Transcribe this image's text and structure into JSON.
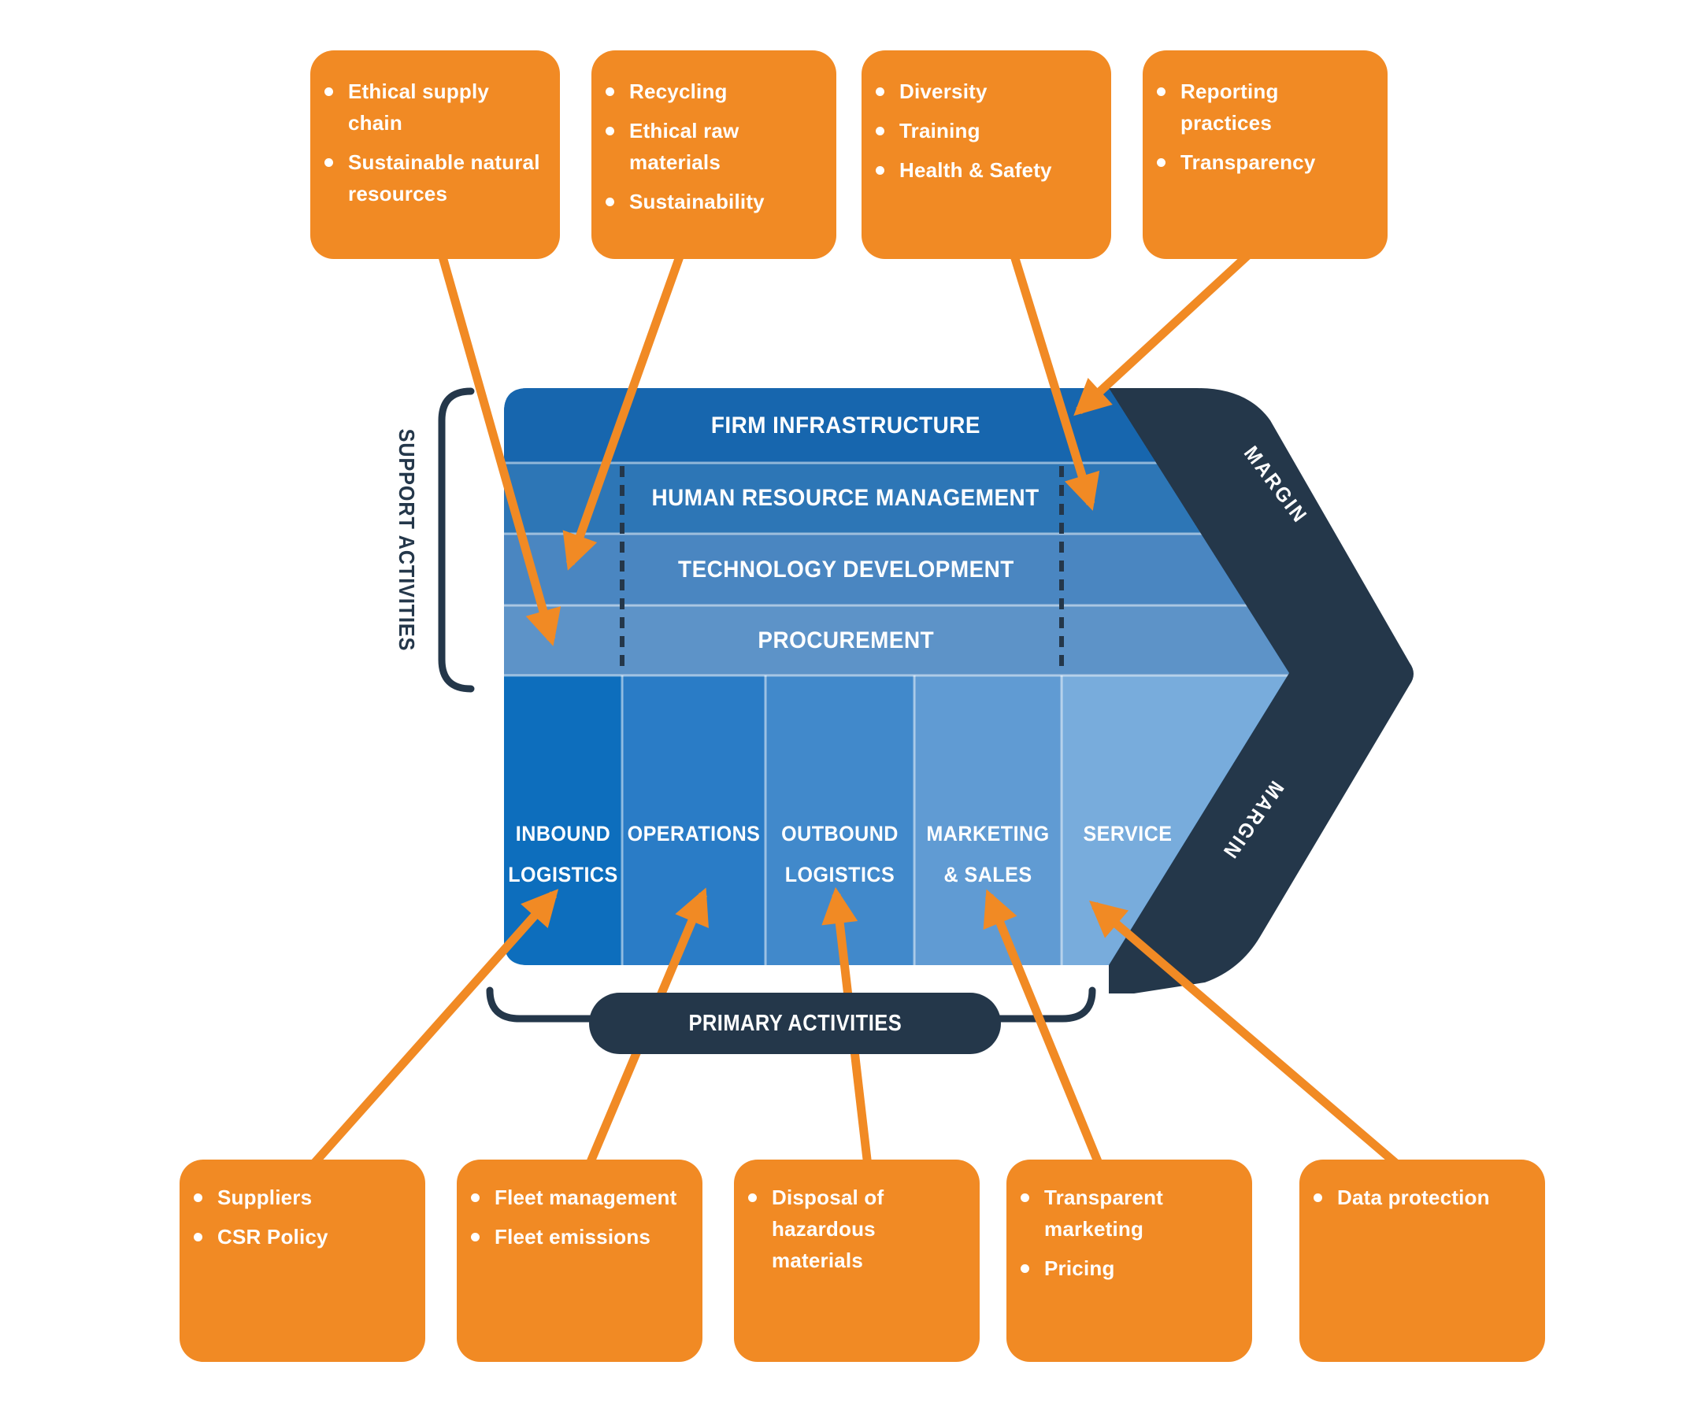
{
  "colors": {
    "orange": "#F18A24",
    "navy": "#24374A",
    "white": "#FFFFFF",
    "support_rows": [
      "#1766AE",
      "#2D76B6",
      "#4A86C1",
      "#5D93C8"
    ],
    "primary_columns": [
      "#0D6EBD",
      "#2A7CC6",
      "#4189CB",
      "#609BD3",
      "#78ACDC"
    ]
  },
  "top_boxes": [
    {
      "items": [
        "Ethical supply chain",
        "Sustainable natural resources"
      ]
    },
    {
      "items": [
        "Recycling",
        "Ethical raw materials",
        "Sustainability"
      ]
    },
    {
      "items": [
        "Diversity",
        "Training",
        "Health & Safety"
      ]
    },
    {
      "items": [
        "Reporting practices",
        "Transparency"
      ]
    }
  ],
  "bottom_boxes": [
    {
      "items": [
        "Suppliers",
        "CSR Policy"
      ]
    },
    {
      "items": [
        "Fleet management",
        "Fleet emissions"
      ]
    },
    {
      "items": [
        "Disposal of hazardous materials"
      ]
    },
    {
      "items": [
        "Transparent marketing",
        "Pricing"
      ]
    },
    {
      "items": [
        "Data protection"
      ]
    }
  ],
  "value_chain": {
    "support_activities_label": "SUPPORT ACTIVITIES",
    "primary_activities_label": "PRIMARY ACTIVITIES",
    "margin_upper": "MARGIN",
    "margin_lower": "MARGIN",
    "support_rows": [
      "FIRM INFRASTRUCTURE",
      "HUMAN RESOURCE MANAGEMENT",
      "TECHNOLOGY DEVELOPMENT",
      "PROCUREMENT"
    ],
    "primary_columns": [
      {
        "lines": [
          "INBOUND",
          "LOGISTICS"
        ]
      },
      {
        "lines": [
          "OPERATIONS"
        ]
      },
      {
        "lines": [
          "OUTBOUND",
          "LOGISTICS"
        ]
      },
      {
        "lines": [
          "MARKETING",
          "& SALES"
        ]
      },
      {
        "lines": [
          "SERVICE"
        ]
      }
    ]
  }
}
